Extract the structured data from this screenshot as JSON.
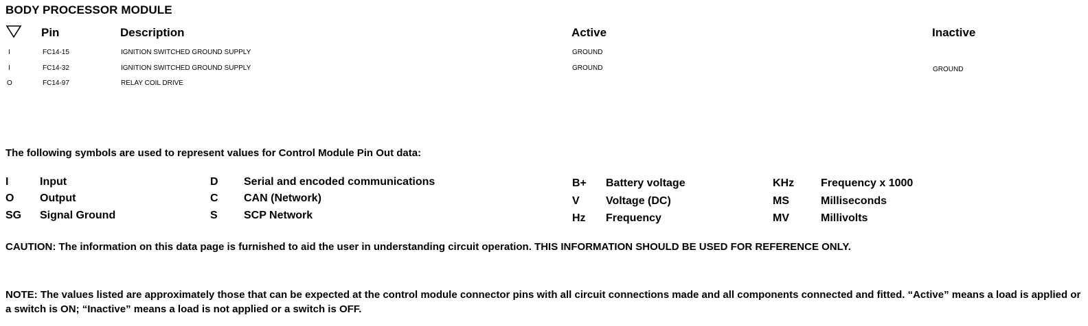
{
  "title": "BODY PROCESSOR MODULE",
  "table": {
    "headers": {
      "pin": "Pin",
      "description": "Description",
      "active": "Active",
      "inactive": "Inactive"
    },
    "rows": [
      {
        "io": "I",
        "pin": "FC14-15",
        "description": "IGNITION SWITCHED GROUND SUPPLY",
        "active": "GROUND",
        "inactive": ""
      },
      {
        "io": "I",
        "pin": "FC14-32",
        "description": "IGNITION SWITCHED GROUND SUPPLY",
        "active": "GROUND",
        "inactive": "GROUND"
      },
      {
        "io": "O",
        "pin": "FC14-97",
        "description": "RELAY COIL DRIVE",
        "active": "",
        "inactive": ""
      }
    ]
  },
  "symbols_intro": "The following symbols are used to represent values for Control Module Pin Out data:",
  "symbols": [
    [
      {
        "code": "I",
        "meaning": "Input"
      },
      {
        "code": "O",
        "meaning": "Output"
      },
      {
        "code": "SG",
        "meaning": "Signal Ground"
      }
    ],
    [
      {
        "code": "D",
        "meaning": "Serial and encoded communications"
      },
      {
        "code": "C",
        "meaning": "CAN (Network)"
      },
      {
        "code": "S",
        "meaning": "SCP Network"
      }
    ],
    [
      {
        "code": "B+",
        "meaning": "Battery voltage"
      },
      {
        "code": "V",
        "meaning": "Voltage (DC)"
      },
      {
        "code": "Hz",
        "meaning": "Frequency"
      }
    ],
    [
      {
        "code": "KHz",
        "meaning": "Frequency x 1000"
      },
      {
        "code": "MS",
        "meaning": "Milliseconds"
      },
      {
        "code": "MV",
        "meaning": "Millivolts"
      }
    ]
  ],
  "caution": "CAUTION: The information on this data page is furnished to aid the user in understanding circuit operation.  THIS INFORMATION SHOULD BE USED FOR REFERENCE ONLY.",
  "note": "NOTE: The values listed are approximately those that can be expected at the control module connector pins with all circuit connections made and all components connected and fitted.  “Active” means a load is applied or a switch is ON; “Inactive” means a load is not applied or a switch is OFF."
}
